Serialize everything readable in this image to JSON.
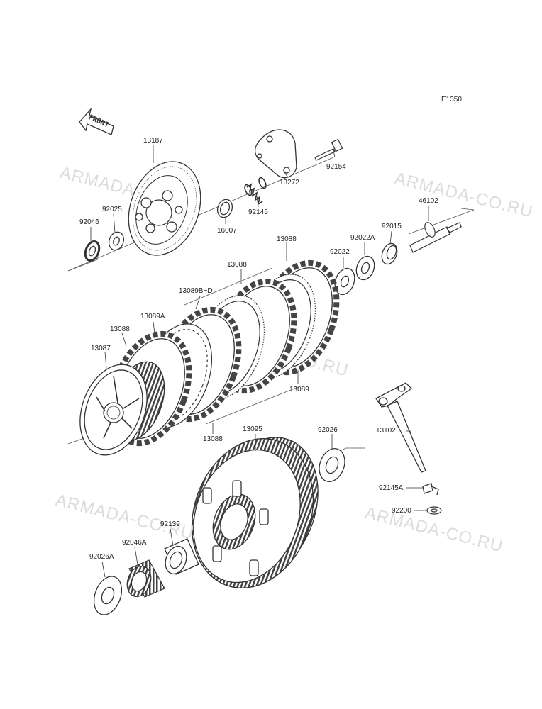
{
  "diagram": {
    "code": "E1350",
    "front_label": "FRONT",
    "watermark": "ARMADA-CO.RU"
  },
  "labels": {
    "p13187": "13187",
    "p92154": "92154",
    "p13272": "13272",
    "p92145": "92145",
    "p16007": "16007",
    "p92025": "92025",
    "p92046": "92046",
    "p46102": "46102",
    "p92015": "92015",
    "p92022A": "92022A",
    "p92022": "92022",
    "p13088a": "13088",
    "p13088b": "13088",
    "p13089BD": "13089B~D",
    "p13089A": "13089A",
    "p13088c": "13088",
    "p13087": "13087",
    "p13089": "13089",
    "p13088d": "13088",
    "p13095": "13095",
    "p92026": "92026",
    "p13102": "13102",
    "p92145A": "92145A",
    "p92200": "92200",
    "p92139": "92139",
    "p92046A": "92046A",
    "p92026A": "92026A"
  }
}
